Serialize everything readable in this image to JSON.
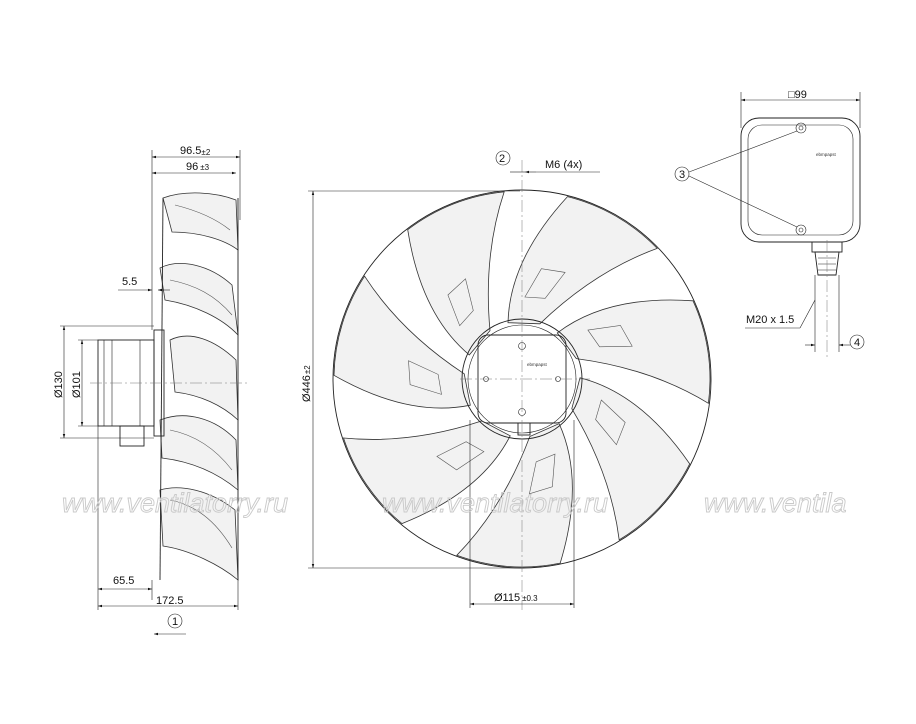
{
  "watermark": {
    "text1": "www.ventilatorry.ru",
    "text2": "www.ventilatorry.ru",
    "text3": "www.ventila"
  },
  "side_view": {
    "dim_total_depth_top": "96.5",
    "dim_total_depth_top_tol": "±2",
    "dim_depth": "96",
    "dim_depth_tol": "±3",
    "dim_offset": "5.5",
    "dim_motor_outer": "Ø130",
    "dim_motor_inner": "Ø101",
    "dim_motor_length": "65.5",
    "dim_total_length": "172.5",
    "airflow_callout": "1"
  },
  "front_view": {
    "dim_diameter": "Ø446",
    "dim_diameter_tol": "±2",
    "thread_label": "M6 (4x)",
    "thread_callout": "2",
    "dim_hub": "Ø115",
    "dim_hub_tol": "±0.3",
    "hub_brand": "ebmpapst"
  },
  "terminal_box": {
    "dim_square": "□99",
    "screw_callout": "3",
    "cable_gland": "M20 x 1.5",
    "gland_callout": "4",
    "box_brand": "ebmpapst"
  }
}
